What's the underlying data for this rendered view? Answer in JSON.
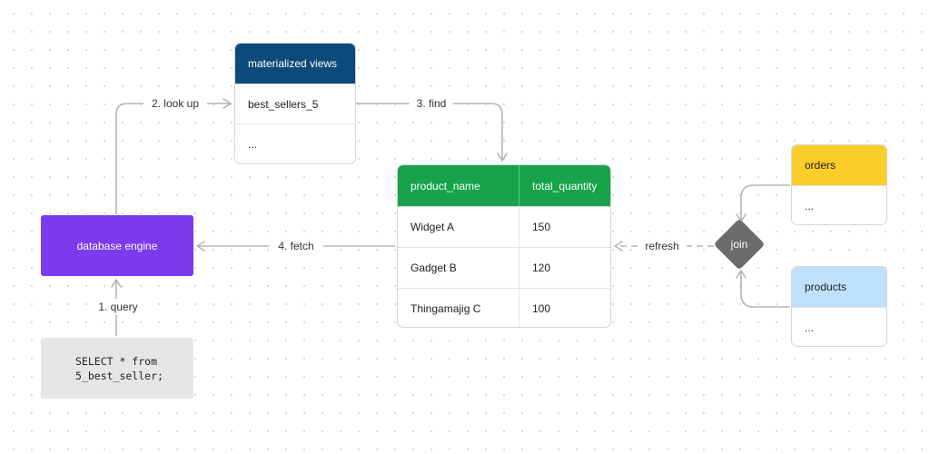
{
  "colors": {
    "engine": "#7c3aed",
    "materialized_header": "#0c4a7c",
    "table_header": "#16a34a",
    "orders_header": "#fbcd2a",
    "products_header": "#bfe0fb",
    "join": "#6b6b6b",
    "arrow": "#b5b5b5"
  },
  "engine": {
    "label": "database engine"
  },
  "query": {
    "code": "SELECT * from\n5_best_seller;"
  },
  "materialized_views": {
    "title": "materialized views",
    "rows": [
      "best_sellers_5",
      "..."
    ]
  },
  "result_table": {
    "columns": [
      "product_name",
      "total_quantity"
    ],
    "rows": [
      [
        "Widget A",
        "150"
      ],
      [
        "Gadget B",
        "120"
      ],
      [
        "Thingamajig C",
        "100"
      ]
    ]
  },
  "orders": {
    "title": "orders",
    "rows": [
      "..."
    ]
  },
  "products": {
    "title": "products",
    "rows": [
      "..."
    ]
  },
  "join": {
    "label": "join"
  },
  "edges": {
    "query": "1. query",
    "look_up": "2. look up",
    "find": "3. find",
    "fetch": "4. fetch",
    "refresh": "refresh"
  }
}
